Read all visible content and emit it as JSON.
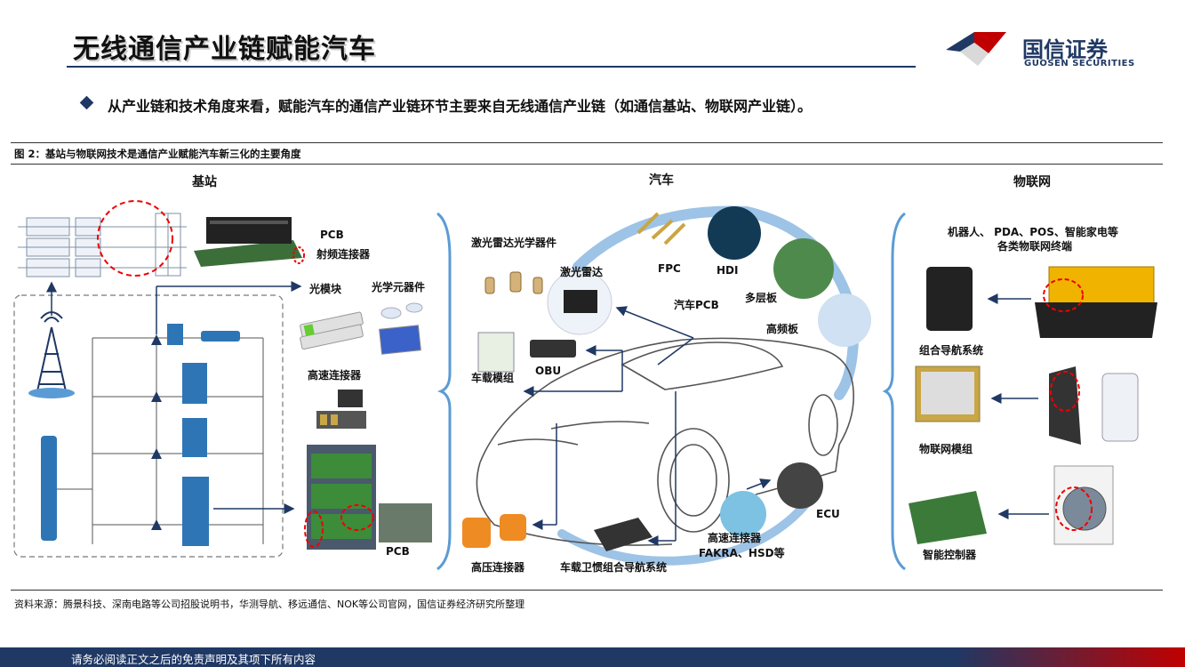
{
  "header": {
    "title": "无线通信产业链赋能汽车",
    "logo_cn": "国信证券",
    "logo_en": "GUOSEN SECURITIES"
  },
  "bullet": "从产业链和技术角度来看，赋能汽车的通信产业链环节主要来自无线通信产业链（如通信基站、物联网产业链）。",
  "figure": {
    "title": "图 2：基站与物联网技术是通信产业赋能汽车新三化的主要角度",
    "base_station": {
      "heading": "基站",
      "labels": [
        "PCB",
        "射频连接器",
        "光模块",
        "光学元器件",
        "高速连接器",
        "PCB"
      ]
    },
    "car": {
      "heading": "汽车",
      "labels": [
        "激光雷达光学器件",
        "激光雷达",
        "FPC",
        "HDI",
        "多层板",
        "汽车PCB",
        "高频板",
        "车载模组",
        "OBU",
        "ECU",
        "高速连接器",
        "FAKRA、HSD等",
        "高压连接器",
        "车载卫惯组合导航系统"
      ]
    },
    "iot": {
      "heading": "物联网",
      "labels": [
        "机器人、 PDA、POS、智能家电等",
        "各类物联网终端",
        "组合导航系统",
        "物联网模组",
        "智能控制器"
      ]
    }
  },
  "source": "资料来源：腾景科技、深南电路等公司招股说明书，华测导航、移远通信、NOK等公司官网，国信证券经济研究所整理",
  "footer": "请务必阅读正文之后的免责声明及其项下所有内容",
  "colors": {
    "navy": "#1f3864",
    "red": "#c00000",
    "accent_blue": "#5b9bd5"
  }
}
